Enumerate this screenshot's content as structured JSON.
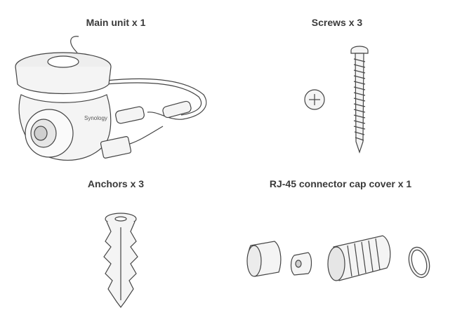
{
  "items": [
    {
      "label": "Main unit x 1",
      "icon": "dome-camera-icon",
      "logo_text": "Synology"
    },
    {
      "label": "Screws x 3",
      "icon": "screw-icon"
    },
    {
      "label": "Anchors x 3",
      "icon": "wall-anchor-icon"
    },
    {
      "label": "RJ-45 connector cap cover x 1",
      "icon": "rj45-cap-cover-icon"
    }
  ]
}
